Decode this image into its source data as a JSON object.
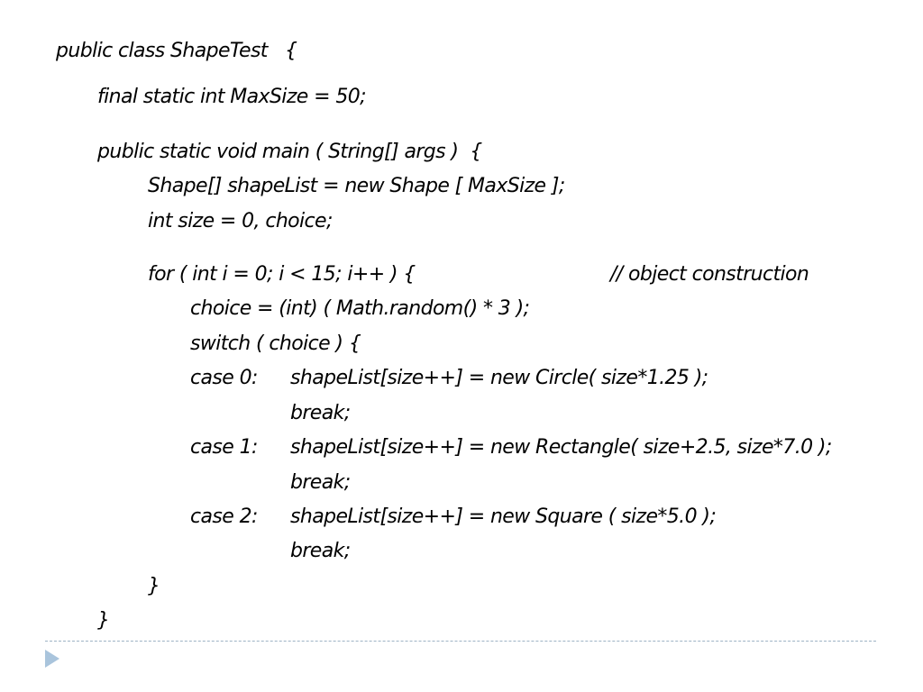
{
  "slide": {
    "code": {
      "l01": "public class ShapeTest   {",
      "l02": "final static int MaxSize = 50;",
      "l03": "public static void main ( String[] args )  {",
      "l04": "Shape[] shapeList = new Shape [ MaxSize ];",
      "l05": "int size = 0, choice;",
      "l06": "for ( int i = 0; i < 15; i++ ) {",
      "l06_comment": "// object construction",
      "l07": "choice = (int) ( Math.random() * 3 );",
      "l08": "switch ( choice ) {",
      "l09": "case 0:",
      "l09_stmt": "shapeList[size++] = new Circle( size*1.25 );",
      "l10": "break;",
      "l11": "case 1:",
      "l11_stmt": "shapeList[size++] = new Rectangle( size+2.5, size*7.0 );",
      "l12": "break;",
      "l13": "case 2:",
      "l13_stmt": "shapeList[size++] = new Square ( size*5.0 );",
      "l14": "break;",
      "l15": "}",
      "l16": "}"
    },
    "colors": {
      "text": "#000000",
      "rule": "#9db3c5",
      "arrow": "#a9c4dc"
    },
    "icons": {
      "nav": "triangle-right-icon"
    }
  }
}
